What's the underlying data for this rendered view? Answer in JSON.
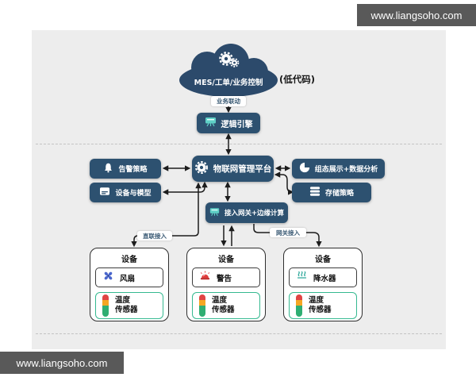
{
  "watermark": {
    "text": "www.liangsoho.com"
  },
  "cloud": {
    "label": "MES/工单/业务控制",
    "note": "(低代码)"
  },
  "pills": {
    "business": "业务联动",
    "direct": "直联接入",
    "gateway": "网关接入"
  },
  "nodes": {
    "logic_engine": {
      "label": "逻辑引擎"
    },
    "platform": {
      "label": "物联网管理平台"
    },
    "alarm_policy": {
      "label": "告警策略"
    },
    "device_model": {
      "label": "设备与模型"
    },
    "visualization": {
      "label": "组态展示+数据分析"
    },
    "storage": {
      "label": "存储策略"
    },
    "gateway": {
      "label": "接入网关+边缘计算"
    }
  },
  "devices": [
    {
      "title": "设备",
      "actuator": "风扇",
      "sensor_line1": "温度",
      "sensor_line2": "传感器"
    },
    {
      "title": "设备",
      "actuator": "警告",
      "sensor_line1": "温度",
      "sensor_line2": "传感器"
    },
    {
      "title": "设备",
      "actuator": "降水器",
      "sensor_line1": "温度",
      "sensor_line2": "传感器"
    }
  ],
  "colors": {
    "box_blue": "#2d5170",
    "cloud_blue": "#2c4a6b",
    "panel_gray": "#ededed",
    "sensor_green_border": "#35b990",
    "icon_teal": "#5fd0c6",
    "bar_red": "#e04444",
    "bar_orange": "#f5a623",
    "bar_green": "#2fae72",
    "fan_blue": "#4a66cc",
    "alarm_red": "#e03b3b",
    "steam_teal": "#2fa89b",
    "watermark_bg": "#595959"
  }
}
